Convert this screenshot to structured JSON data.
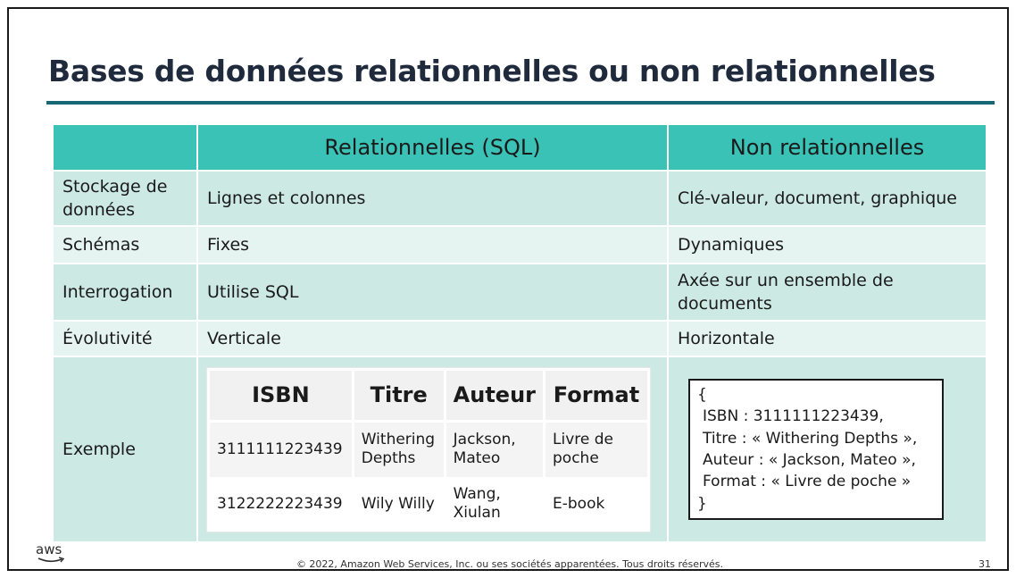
{
  "slide": {
    "title": "Bases de données relationnelles ou non relationnelles",
    "footer": "© 2022, Amazon Web Services, Inc. ou ses sociétés apparentées. Tous droits réservés.",
    "page_number": "31",
    "logo_text": "aws"
  },
  "comparison": {
    "headers": [
      "",
      "Relationnelles (SQL)",
      "Non relationnelles"
    ],
    "rows": [
      {
        "label": "Stockage de données",
        "sql": "Lignes et colonnes",
        "nosql": "Clé-valeur, document, graphique"
      },
      {
        "label": "Schémas",
        "sql": "Fixes",
        "nosql": "Dynamiques"
      },
      {
        "label": "Interrogation",
        "sql": "Utilise SQL",
        "nosql": "Axée sur un ensemble de documents"
      },
      {
        "label": "Évolutivité",
        "sql": "Verticale",
        "nosql": "Horizontale"
      }
    ],
    "example_label": "Exemple"
  },
  "sql_example": {
    "headers": [
      "ISBN",
      "Titre",
      "Auteur",
      "Format"
    ],
    "rows": [
      [
        "3111111223439",
        "Withering Depths",
        "Jackson, Mateo",
        "Livre de poche"
      ],
      [
        "3122222223439",
        "Wily Willy",
        "Wang, Xiulan",
        "E-book"
      ]
    ]
  },
  "nosql_example": {
    "lines": [
      "{",
      "ISBN : 3111111223439,",
      "Titre : « Withering Depths »,",
      "Auteur : « Jackson, Mateo »,",
      "Format : « Livre de poche »",
      "}"
    ]
  },
  "colors": {
    "accent_teal": "#3bc2b6",
    "row_light": "#cde9e4",
    "row_lighter": "#e6f4f1",
    "title_rule": "#166875",
    "title_text": "#1f2a3c"
  }
}
